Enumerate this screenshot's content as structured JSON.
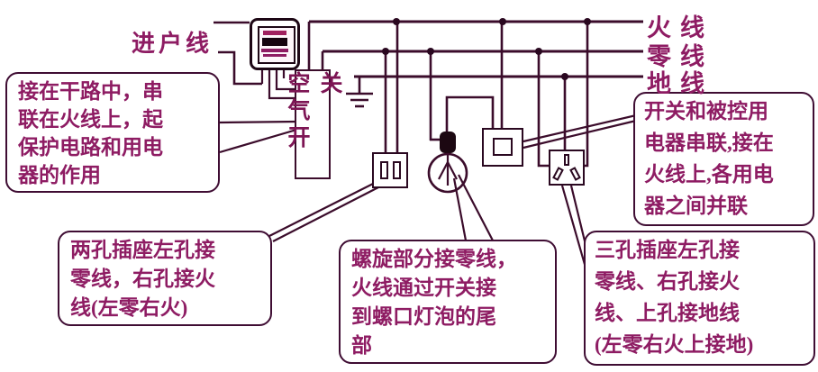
{
  "labels": {
    "incoming": "进户线",
    "live": "火线",
    "neutral": "零线",
    "ground": "地线",
    "breaker": "空气开关"
  },
  "callouts": {
    "breaker_note": {
      "lines": [
        "接在干路中，串",
        "联在火线上，起",
        "保护电路和用电",
        "器的作用"
      ]
    },
    "socket2_note": {
      "lines": [
        "两孔插座左孔接",
        "零线，右孔接火",
        "线(左零右火)"
      ]
    },
    "bulb_note": {
      "lines": [
        "螺旋部分接零线，",
        "火线通过开关接",
        "到螺口灯泡的尾",
        "部"
      ]
    },
    "switch_note": {
      "lines": [
        "开关和被控用",
        "电器串联,接在",
        "火线上,各用电",
        "器之间并联"
      ]
    },
    "socket3_note": {
      "lines": [
        "三孔插座左孔接",
        "零线、右孔接火",
        "线、上孔接地线",
        "(左零右火上接地)"
      ]
    }
  },
  "components": {
    "meter": "electric-energy-meter",
    "breaker": "air-switch",
    "two_hole_socket": "two-hole-socket",
    "bulb": "screw-base-bulb",
    "switch": "wall-switch",
    "three_hole_socket": "three-hole-socket",
    "ground_symbol": "earth-ground"
  },
  "colors": {
    "wire": "#3b0c2b",
    "border": "#3f0d33",
    "text": "#8e1c63",
    "dark": "#1c0812",
    "background": "#ffffff"
  }
}
